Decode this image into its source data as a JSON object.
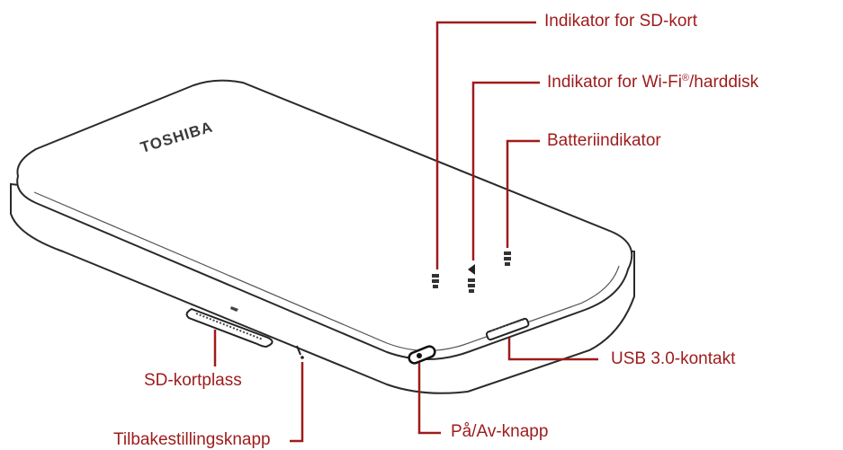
{
  "labels": {
    "sd_indicator": "Indikator for SD-kort",
    "wifi_indicator_pre": "Indikator for Wi-Fi",
    "wifi_indicator_reg": "®",
    "wifi_indicator_post": "/harddisk",
    "battery_indicator": "Batteriindikator",
    "usb_port": "USB 3.0-kontakt",
    "sd_slot": "SD-kortplass",
    "reset_button": "Tilbakestillingsknapp",
    "power_button": "På/Av-knapp"
  },
  "logo_text": "TOSHIBA",
  "colors": {
    "label": "#9e1b1b",
    "leader_line": "#9e1b1b",
    "device_outline": "#2a2a2a",
    "device_fill": "#ffffff"
  }
}
